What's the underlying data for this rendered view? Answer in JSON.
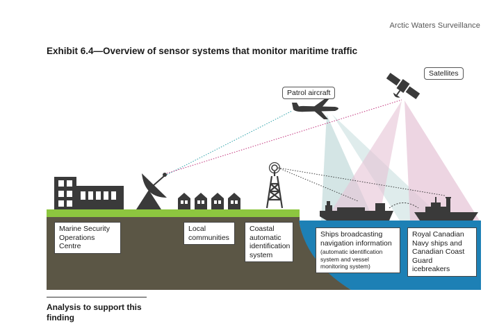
{
  "header": {
    "title": "Arctic Waters Surveillance"
  },
  "exhibit": {
    "title": "Exhibit 6.4—Overview of sensor systems that monitor maritime traffic"
  },
  "tags": {
    "patrol_aircraft": "Patrol aircraft",
    "satellites": "Satellites"
  },
  "labels": {
    "msoc": "Marine Security Operations Centre",
    "local": "Local communities",
    "coastal": "Coastal automatic identification system",
    "ships_broadcasting": "Ships broadcasting navigation information",
    "ships_broadcasting_note": "(automatic identification system and vessel monitoring system)",
    "navy": "Royal Canadian Navy ships and Canadian Coast Guard icebreakers"
  },
  "footer": {
    "analysis": "Analysis to support this finding"
  },
  "colors": {
    "land": "#5b5645",
    "grass": "#8dc63f",
    "water": "#1d80b5",
    "icon": "#3a3a3a",
    "aircraft_beam": "#cfe0e0",
    "satellite_beam": "#e8c8d8",
    "link_teal": "#2aa0a8",
    "link_pink": "#c0307a"
  }
}
